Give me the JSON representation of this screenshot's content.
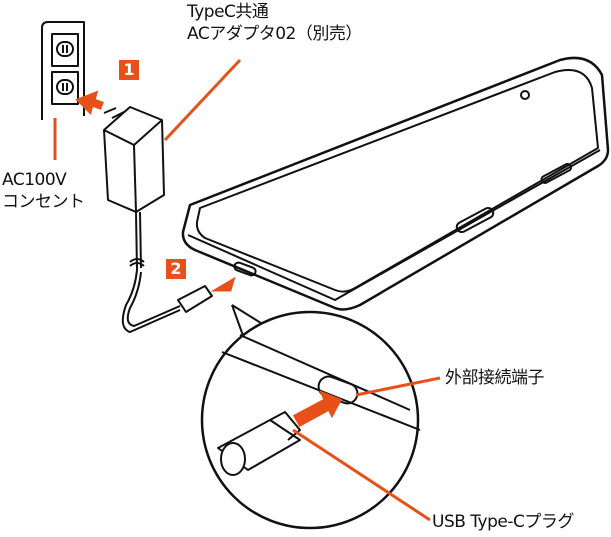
{
  "labels": {
    "adapter_line1": "TypeC共通",
    "adapter_line2": "ACアダプタ02（別売）",
    "outlet_line1": "AC100V",
    "outlet_line2": "コンセント",
    "port": "外部接続端子",
    "plug": "USB Type-Cプラグ"
  },
  "steps": [
    "1",
    "2"
  ],
  "colors": {
    "accent": "#e8501a",
    "line": "#111111",
    "body": "#ffffff"
  }
}
